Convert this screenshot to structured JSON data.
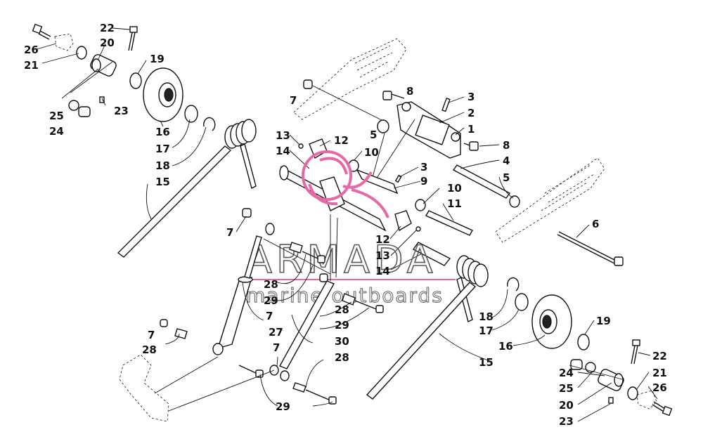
{
  "watermark": {
    "brand": "ARMADA",
    "tagline": "marine outboards",
    "logo_color": "#e46aa6",
    "rule_color": "#e46aa6"
  },
  "callouts": [
    {
      "id": "c-26a",
      "label": "26"
    },
    {
      "id": "c-21a",
      "label": "21"
    },
    {
      "id": "c-22a",
      "label": "22"
    },
    {
      "id": "c-20a",
      "label": "20"
    },
    {
      "id": "c-19a",
      "label": "19"
    },
    {
      "id": "c-25a",
      "label": "25"
    },
    {
      "id": "c-24a",
      "label": "24"
    },
    {
      "id": "c-23a",
      "label": "23"
    },
    {
      "id": "c-16a",
      "label": "16"
    },
    {
      "id": "c-17a",
      "label": "17"
    },
    {
      "id": "c-18a",
      "label": "18"
    },
    {
      "id": "c-15a",
      "label": "15"
    },
    {
      "id": "c-7a",
      "label": "7"
    },
    {
      "id": "c-8a",
      "label": "8"
    },
    {
      "id": "c-3a",
      "label": "3"
    },
    {
      "id": "c-2",
      "label": "2"
    },
    {
      "id": "c-1",
      "label": "1"
    },
    {
      "id": "c-5a",
      "label": "5"
    },
    {
      "id": "c-8b",
      "label": "8"
    },
    {
      "id": "c-4",
      "label": "4"
    },
    {
      "id": "c-5b",
      "label": "5"
    },
    {
      "id": "c-13a",
      "label": "13"
    },
    {
      "id": "c-12a",
      "label": "12"
    },
    {
      "id": "c-14a",
      "label": "14"
    },
    {
      "id": "c-10a",
      "label": "10"
    },
    {
      "id": "c-3b",
      "label": "3"
    },
    {
      "id": "c-9",
      "label": "9"
    },
    {
      "id": "c-10b",
      "label": "10"
    },
    {
      "id": "c-11",
      "label": "11"
    },
    {
      "id": "c-6",
      "label": "6"
    },
    {
      "id": "c-7b",
      "label": "7"
    },
    {
      "id": "c-12b",
      "label": "12"
    },
    {
      "id": "c-13b",
      "label": "13"
    },
    {
      "id": "c-14b",
      "label": "14"
    },
    {
      "id": "c-28a",
      "label": "28"
    },
    {
      "id": "c-29a",
      "label": "29"
    },
    {
      "id": "c-7c",
      "label": "7"
    },
    {
      "id": "c-28b",
      "label": "28"
    },
    {
      "id": "c-29b",
      "label": "29"
    },
    {
      "id": "c-27",
      "label": "27"
    },
    {
      "id": "c-30",
      "label": "30"
    },
    {
      "id": "c-7d",
      "label": "7"
    },
    {
      "id": "c-28c",
      "label": "28"
    },
    {
      "id": "c-7e",
      "label": "7"
    },
    {
      "id": "c-28d",
      "label": "28"
    },
    {
      "id": "c-29c",
      "label": "29"
    },
    {
      "id": "c-18b",
      "label": "18"
    },
    {
      "id": "c-17b",
      "label": "17"
    },
    {
      "id": "c-16b",
      "label": "16"
    },
    {
      "id": "c-15b",
      "label": "15"
    },
    {
      "id": "c-19b",
      "label": "19"
    },
    {
      "id": "c-22b",
      "label": "22"
    },
    {
      "id": "c-24b",
      "label": "24"
    },
    {
      "id": "c-21b",
      "label": "21"
    },
    {
      "id": "c-25b",
      "label": "25"
    },
    {
      "id": "c-26b",
      "label": "26"
    },
    {
      "id": "c-20b",
      "label": "20"
    },
    {
      "id": "c-23b",
      "label": "23"
    }
  ]
}
